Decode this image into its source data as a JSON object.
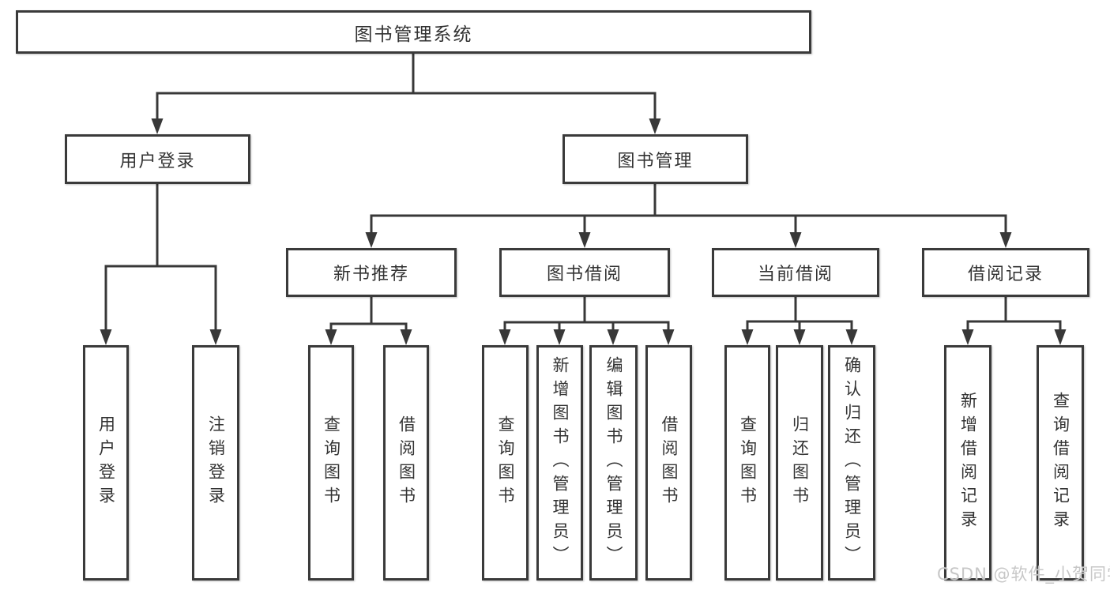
{
  "watermark": "CSDN @软件_小贺同学",
  "tree": {
    "label": "图书管理系统",
    "children": [
      {
        "label": "用户登录",
        "children": [
          {
            "label": "用户登录"
          },
          {
            "label": "注销登录"
          }
        ]
      },
      {
        "label": "图书管理",
        "children": [
          {
            "label": "新书推荐",
            "children": [
              {
                "label": "查询图书"
              },
              {
                "label": "借阅图书"
              }
            ]
          },
          {
            "label": "图书借阅",
            "children": [
              {
                "label": "查询图书"
              },
              {
                "label": "新增图书（管理员）"
              },
              {
                "label": "编辑图书（管理员）"
              },
              {
                "label": "借阅图书"
              }
            ]
          },
          {
            "label": "当前借阅",
            "children": [
              {
                "label": "查询图书"
              },
              {
                "label": "归还图书"
              },
              {
                "label": "确认归还（管理员）"
              }
            ]
          },
          {
            "label": "借阅记录",
            "children": [
              {
                "label": "新增借阅记录"
              },
              {
                "label": "查询借阅记录"
              }
            ]
          }
        ]
      }
    ]
  },
  "style": {
    "line_color": "#383838",
    "border_color": "#3a3a3a",
    "text_color": "#333333",
    "watermark_color": "#c7c7c7"
  }
}
